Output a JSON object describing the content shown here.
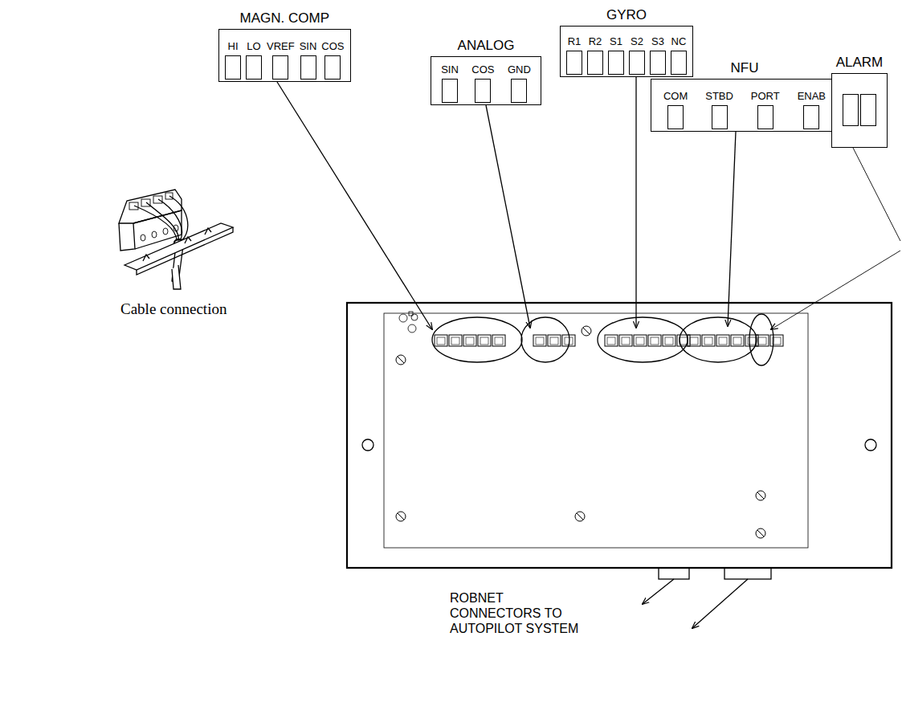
{
  "diagram": {
    "nodes": [
      {
        "text": [
          "MAGN. COMP",
          "HI",
          "LO",
          "VREF",
          "SIN",
          "COS"
        ]
      },
      {
        "text": [
          "ANALOG",
          "SIN",
          "COS",
          "GND"
        ]
      },
      {
        "text": [
          "GYRO",
          "R1",
          "R2",
          "S1",
          "S2",
          "S3",
          "NC"
        ]
      },
      {
        "text": [
          "NFU",
          "COM",
          "STBD",
          "PORT",
          "ENAB"
        ]
      },
      {
        "text": [
          "ALARM"
        ]
      }
    ],
    "labels": [
      "Cable connection",
      "ROBNET CONNECTORS TO AUTOPILOT SYSTEM"
    ]
  }
}
